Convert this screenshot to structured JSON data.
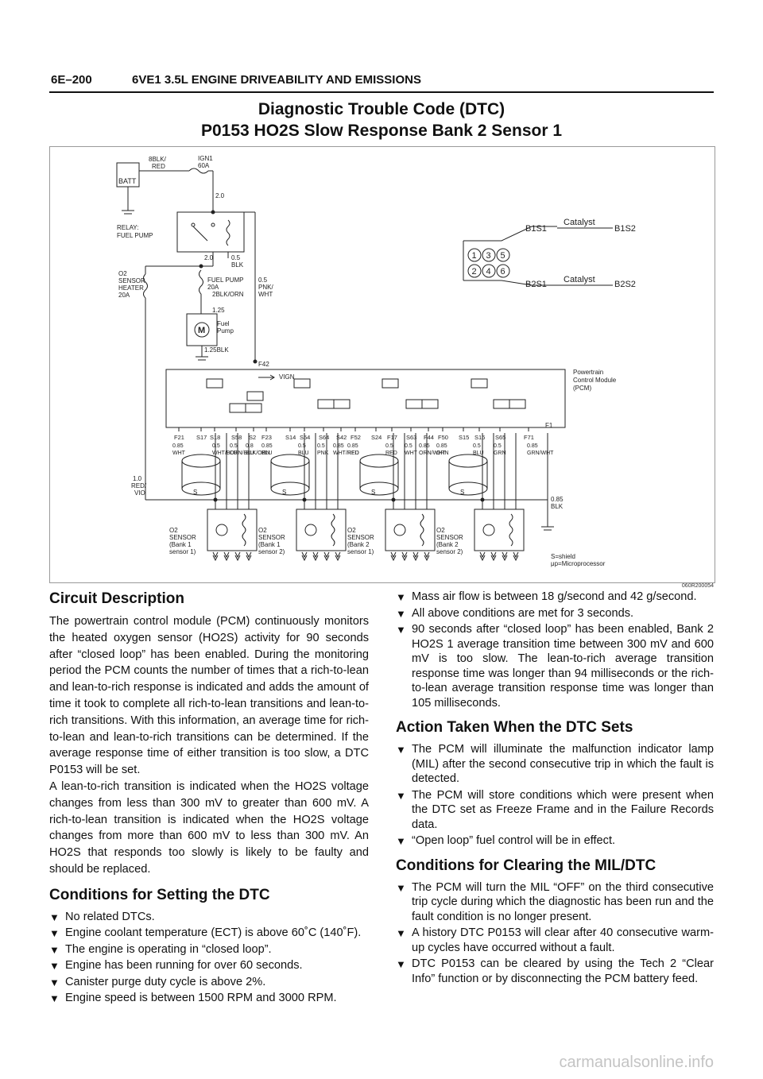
{
  "header": {
    "page_number": "6E–200",
    "section_title": "6VE1 3.5L ENGINE DRIVEABILITY AND EMISSIONS"
  },
  "title": {
    "line1": "Diagnostic Trouble Code (DTC)",
    "line2": "P0153 HO2S Slow Response Bank 2 Sensor 1"
  },
  "diagram": {
    "figure_code": "060R200054",
    "batt": "BATT",
    "wire_batt": "8BLK/",
    "wire_batt_b": "RED",
    "ign_fuse": "IGN1",
    "ign_fuse_b": "60A",
    "wire_20a": "2.0",
    "relay": "RELAY:",
    "relay_b": "FUEL PUMP",
    "wire_20b": "2.0",
    "wire_05": "0.5",
    "wire_blk": "BLK",
    "o2_heater": "O2",
    "o2_heater_b": "SENSOR",
    "o2_heater_c": "HEATER",
    "o2_heater_d": "20A",
    "fuel_pump_fuse": "FUEL PUMP",
    "fuel_pump_fuse_b": "20A",
    "fuel_pump_fuse_c": "2BLK/ORN",
    "pnk_wht": "0.5",
    "pnk_wht_b": "PNK/",
    "pnk_wht_c": "WHT",
    "wire_125": "1.25",
    "fuel_pump": "Fuel",
    "fuel_pump_b": "Pump",
    "wire_125blk": "1.25BLK",
    "f42": "F42",
    "vign": "VIGN",
    "pcm": "Powertrain",
    "pcm_b": "Control Module",
    "pcm_c": "(PCM)",
    "f1": "F1",
    "up": "μp",
    "red_vio": "1.0",
    "red_vio_b": "RED/",
    "red_vio_c": "VIO",
    "blk085": "0.85",
    "blk085_b": "BLK",
    "legend_s": "S=shield",
    "legend_up": "μp=Microprocessor",
    "shield": "S",
    "b1s1": "B1S1",
    "b1s2": "B1S2",
    "b2s1": "B2S1",
    "b2s2": "B2S2",
    "catalyst": "Catalyst",
    "cyl": [
      "1",
      "3",
      "5",
      "2",
      "4",
      "6"
    ],
    "terminals": [
      "F21",
      "S17",
      "S18",
      "S58",
      "S2",
      "F23",
      "S14",
      "S54",
      "S64",
      "S42",
      "F52",
      "S24",
      "F17",
      "S63",
      "F44",
      "F50",
      "S15",
      "S16",
      "S65",
      "F71"
    ],
    "wires": [
      {
        "gauge": "0.85",
        "color": "WHT"
      },
      {
        "gauge": "0.5",
        "color": "WHT/BLU"
      },
      {
        "gauge": "0.5",
        "color": "ORN/BLU"
      },
      {
        "gauge": "0.8",
        "color": "BLK/ORN"
      },
      {
        "gauge": "0.85",
        "color": "BLU"
      },
      {
        "gauge": "0.5",
        "color": "BLU"
      },
      {
        "gauge": "0.5",
        "color": "PNK"
      },
      {
        "gauge": "0.85",
        "color": "WHT/RED"
      },
      {
        "gauge": "0.85",
        "color": "RED"
      },
      {
        "gauge": "0.5",
        "color": "RED"
      },
      {
        "gauge": "0.5",
        "color": "WHT"
      },
      {
        "gauge": "0.85",
        "color": "ORN/WHT"
      },
      {
        "gauge": "0.85",
        "color": "ORN"
      },
      {
        "gauge": "0.5",
        "color": "BLU"
      },
      {
        "gauge": "0.5",
        "color": "GRN"
      },
      {
        "gauge": "0.85",
        "color": "GRN/WHT"
      }
    ],
    "sensors": [
      {
        "l1": "O2",
        "l2": "SENSOR",
        "l3": "(Bank 1",
        "l4": "sensor 1)"
      },
      {
        "l1": "O2",
        "l2": "SENSOR",
        "l3": "(Bank 1",
        "l4": "sensor 2)"
      },
      {
        "l1": "O2",
        "l2": "SENSOR",
        "l3": "(Bank 2",
        "l4": "sensor 1)"
      },
      {
        "l1": "O2",
        "l2": "SENSOR",
        "l3": "(Bank 2",
        "l4": "sensor 2)"
      }
    ]
  },
  "circuit_description": {
    "heading": "Circuit Description",
    "paragraph1": "The powertrain control module (PCM) continuously monitors the heated oxygen sensor (HO2S) activity for 90 seconds after “closed loop” has been enabled.  During the monitoring period the PCM counts the number of times that a rich-to-lean and lean-to-rich response is indicated and adds the amount of time it took to complete all rich-to-lean transitions and lean-to-rich transitions.  With this information, an average time for  rich-to-lean and lean-to-rich transitions can be determined.  If the average response time of either transition is too slow, a DTC P0153 will be set.",
    "paragraph2": "A lean-to-rich transition is indicated when the HO2S voltage changes from less than 300 mV to greater than 600 mV.  A rich-to-lean transition is indicated when the HO2S voltage changes from more than 600 mV to less than 300 mV.  An HO2S that responds too slowly is likely to be faulty and should be replaced."
  },
  "conditions_setting": {
    "heading": "Conditions for Setting the DTC",
    "items": [
      "No related DTCs.",
      "Engine coolant temperature (ECT) is above 60˚C (140˚F).",
      "The engine is operating in “closed loop”.",
      "Engine has been running for over 60 seconds.",
      "Canister purge duty cycle is above 2%.",
      "Engine speed is between 1500 RPM and 3000 RPM.",
      "Mass air flow is between 18 g/second and 42 g/second.",
      "All above conditions are met for 3 seconds.",
      "90 seconds after “closed loop” has been enabled, Bank 2 HO2S 1 average transition time between 300 mV and 600 mV is too slow.  The lean-to-rich average transition response time was longer than 94 milliseconds or the rich-to-lean average transition response time was longer than 105 milliseconds."
    ]
  },
  "action_taken": {
    "heading": "Action Taken When the DTC Sets",
    "items": [
      "The PCM will illuminate the malfunction indicator lamp (MIL) after the second consecutive trip in which the fault is detected.",
      "The PCM will store conditions which were present when the DTC set as Freeze Frame and in the Failure Records data.",
      "“Open loop” fuel control will be in effect."
    ]
  },
  "clearing": {
    "heading": "Conditions for Clearing the MIL/DTC",
    "items": [
      "The PCM will turn the MIL “OFF” on the third consecutive trip cycle during which the diagnostic has been run and the fault condition is no longer present.",
      "A history DTC P0153 will clear after 40 consecutive warm-up cycles have occurred without a fault.",
      "DTC P0153 can be cleared by using the Tech 2 “Clear Info” function or by disconnecting the PCM battery feed."
    ]
  },
  "bullet_glyph": "▼",
  "watermark": "carmanualsonline.info"
}
